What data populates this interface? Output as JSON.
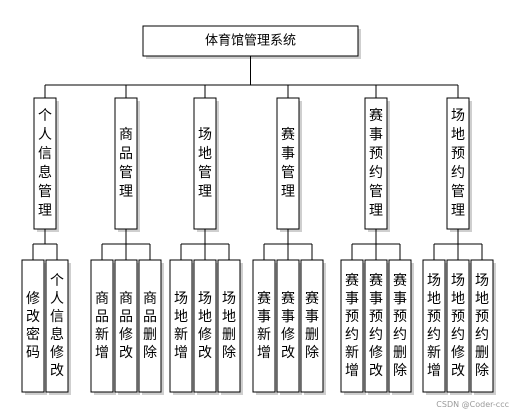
{
  "root": {
    "label": "体育馆管理系统"
  },
  "modules": [
    {
      "label": "个人信息管理",
      "children": [
        "修改密码",
        "个人信息修改"
      ]
    },
    {
      "label": "商品管理",
      "children": [
        "商品新增",
        "商品修改",
        "商品删除"
      ]
    },
    {
      "label": "场地管理",
      "children": [
        "场地新增",
        "场地修改",
        "场地删除"
      ]
    },
    {
      "label": "赛事管理",
      "children": [
        "赛事新增",
        "赛事修改",
        "赛事删除"
      ]
    },
    {
      "label": "赛事预约管理",
      "children": [
        "赛事预约新增",
        "赛事预约修改",
        "赛事预约删除"
      ]
    },
    {
      "label": "场地预约管理",
      "children": [
        "场地预约新增",
        "场地预约修改",
        "场地预约删除"
      ]
    }
  ],
  "watermark": "CSDN @Coder-ccc"
}
